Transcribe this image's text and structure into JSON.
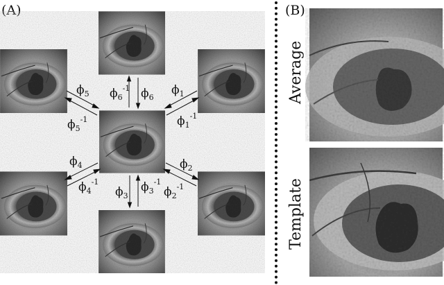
{
  "panel_a": {
    "label": "(A)",
    "tiles": [
      {
        "id": "top"
      },
      {
        "id": "top-left"
      },
      {
        "id": "top-right"
      },
      {
        "id": "center"
      },
      {
        "id": "bottom-left"
      },
      {
        "id": "bottom-right"
      },
      {
        "id": "bottom"
      }
    ],
    "labels": [
      {
        "id": "phi6-inv",
        "base": "ϕ",
        "sub": "6",
        "sup": "-1"
      },
      {
        "id": "phi6",
        "base": "ϕ",
        "sub": "6",
        "sup": ""
      },
      {
        "id": "phi5",
        "base": "ϕ",
        "sub": "5",
        "sup": ""
      },
      {
        "id": "phi5-inv",
        "base": "ϕ",
        "sub": "5",
        "sup": "-1"
      },
      {
        "id": "phi1",
        "base": "ϕ",
        "sub": "1",
        "sup": ""
      },
      {
        "id": "phi1-inv",
        "base": "ϕ",
        "sub": "1",
        "sup": "-1"
      },
      {
        "id": "phi4",
        "base": "ϕ",
        "sub": "4",
        "sup": ""
      },
      {
        "id": "phi4-inv",
        "base": "ϕ",
        "sub": "4",
        "sup": "-1"
      },
      {
        "id": "phi2",
        "base": "ϕ",
        "sub": "2",
        "sup": ""
      },
      {
        "id": "phi2-inv",
        "base": "ϕ",
        "sub": "2",
        "sup": "-1"
      },
      {
        "id": "phi3",
        "base": "ϕ",
        "sub": "3",
        "sup": ""
      },
      {
        "id": "phi3-inv",
        "base": "ϕ",
        "sub": "3",
        "sup": "-1"
      }
    ]
  },
  "panel_b": {
    "label": "(B)",
    "average_label": "Average",
    "template_label": "Template"
  },
  "colors": {
    "background": "#ffffff",
    "ink": "#111111"
  }
}
